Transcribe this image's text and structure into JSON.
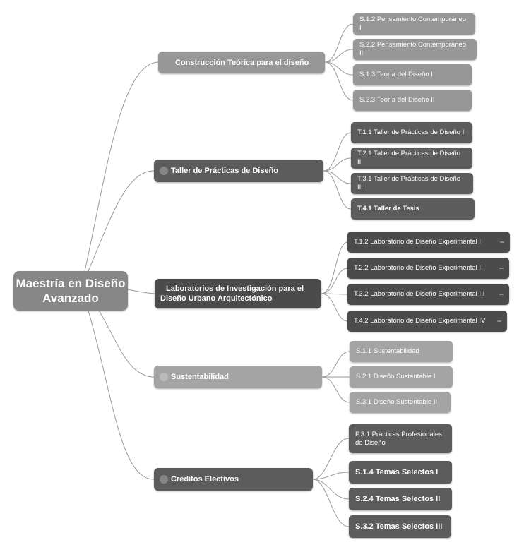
{
  "root": {
    "line1": "Maestría en Diseño",
    "line2": "Avanzado"
  },
  "branches": [
    {
      "label": "Construcción Teórica para el diseño",
      "children": [
        "S.1.2 Pensamiento Contemporáneo I",
        "S.2.2 Pensamiento Contemporáneo II",
        "S.1.3 Teoría del Diseño I",
        "S.2.3 Teoría del Diseño II"
      ]
    },
    {
      "label": "Taller de Prácticas de Diseño",
      "children": [
        "T.1.1 Taller de Prácticas de Diseño I",
        "T.2.1 Taller de Prácticas de Diseño II",
        "T.3.1 Taller de Prácticas de Diseño III",
        "T.4.1 Taller de Tesis"
      ]
    },
    {
      "label_line1": "Laboratorios de Investigación para el",
      "label_line2": "Diseño Urbano Arquitectónico",
      "children": [
        "T.1.2 Laboratorio de Diseño Experimental I",
        "T.2.2 Laboratorio de Diseño Experimental II",
        "T.3.2 Laboratorio de Diseño Experimental III",
        "T.4.2 Laboratorio de Diseño Experimental IV"
      ]
    },
    {
      "label": "Sustentabilidad",
      "children": [
        "S.1.1 Sustentabilidad",
        "S.2.1 Diseño Sustentable I",
        "S.3.1 Diseño Sustentable II"
      ]
    },
    {
      "label": "Creditos Electivos",
      "children_first_line1": "P.3.1 Prácticas Profesionales",
      "children_first_line2": "de Diseño",
      "children": [
        "S.1.4 Temas Selectos I",
        "S.2.4 Temas Selectos II",
        "S.3.2 Temas Selectos III"
      ]
    }
  ],
  "colors": {
    "connector": "#9a9a9a",
    "root": "#878787",
    "light_node": "#979797",
    "dark_node": "#5c5c5c",
    "darker_node": "#4b4b4b"
  }
}
